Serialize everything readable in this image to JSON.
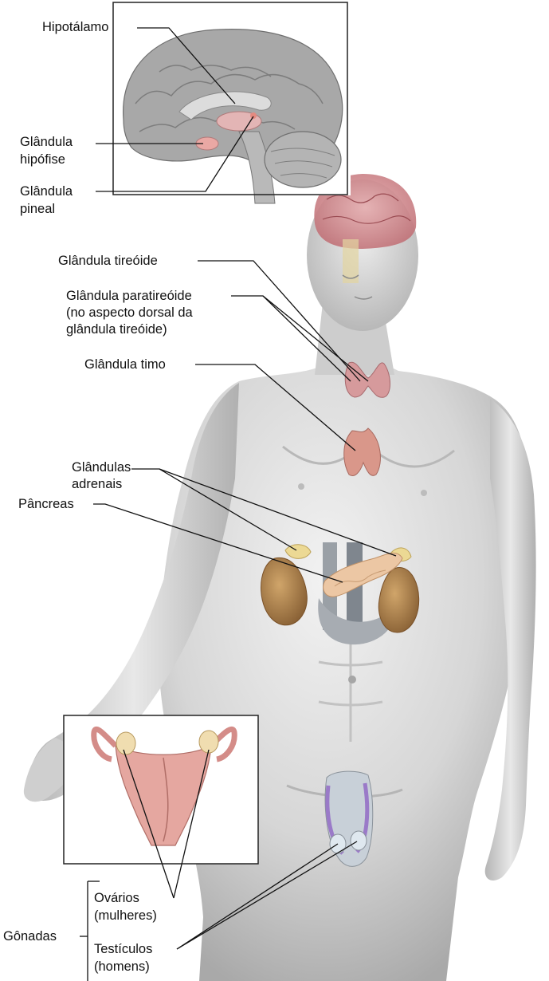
{
  "brain_labels": {
    "hypothalamus": "Hipotálamo",
    "pituitary_line1": "Glândula",
    "pituitary_line2": "hipófise",
    "pineal_line1": "Glândula",
    "pineal_line2": "pineal"
  },
  "body_labels": {
    "thyroid": "Glândula tireóide",
    "parathyroid_line1": "Glândula paratireóide",
    "parathyroid_line2": "(no aspecto dorsal da",
    "parathyroid_line3": "glândula tireóide)",
    "thymus": "Glândula timo",
    "adrenal_line1": "Glândulas",
    "adrenal_line2": "adrenais",
    "pancreas": "Pâncreas"
  },
  "gonad_labels": {
    "group": "Gônadas",
    "ovaries_line1": "Ovários",
    "ovaries_line2": "(mulheres)",
    "testes_line1": "Testículos",
    "testes_line2": "(homens)"
  },
  "colors": {
    "skin": "#d9d9d9",
    "brain": "#c98a8e",
    "gland_pink": "#d9a0a0",
    "adrenal": "#e9d99a",
    "kidney": "#b48a55",
    "leader_line": "#111111"
  }
}
